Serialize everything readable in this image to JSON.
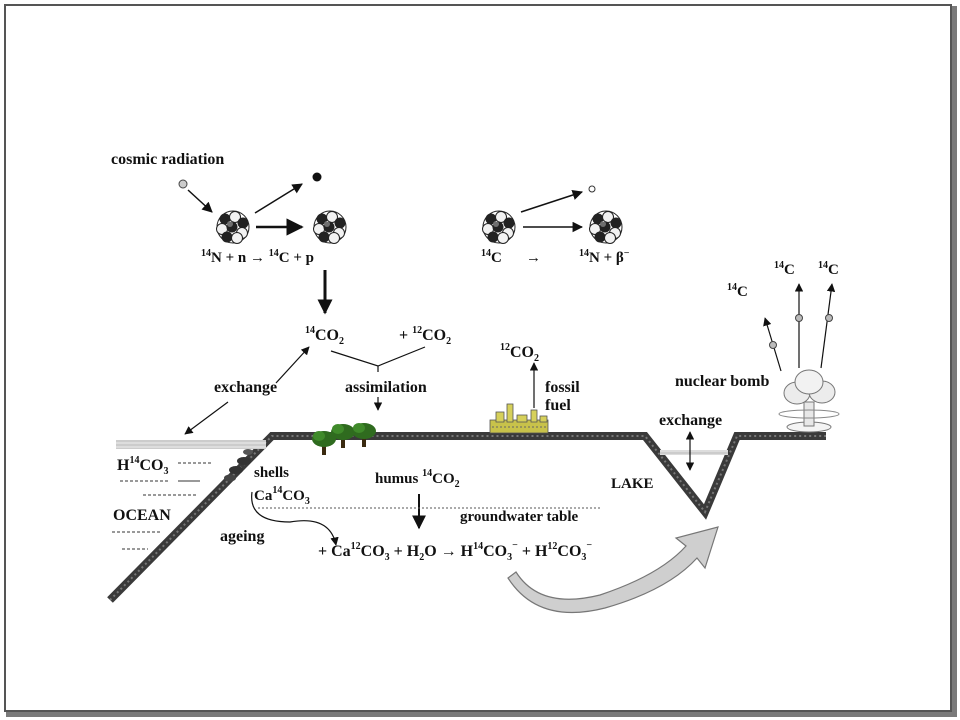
{
  "labels": {
    "cosmic_radiation": "cosmic radiation",
    "n_reaction": [
      "14",
      "N + n  →  ",
      "14",
      "C + p"
    ],
    "decay": [
      "14",
      "C",
      "→",
      "14",
      "N + β",
      "−"
    ],
    "co2_14": [
      "14",
      "CO",
      "2"
    ],
    "co2_12": [
      "+ ",
      "12",
      "CO",
      "2"
    ],
    "fossil_co2": [
      "12",
      "CO",
      "2"
    ],
    "exchange_left": "exchange",
    "assimilation": "assimilation",
    "fossil_fuel_1": "fossil",
    "fossil_fuel_2": "fuel",
    "nuclear_bomb": "nuclear bomb",
    "exchange_right": "exchange",
    "bomb_c1": [
      "14",
      "C"
    ],
    "bomb_c2": [
      "14",
      "C"
    ],
    "bomb_c3": [
      "14",
      "C"
    ],
    "ocean_bicarb": [
      "H",
      "14",
      "CO",
      "3"
    ],
    "ocean": "OCEAN",
    "shells": "shells",
    "shells_formula": [
      "Ca",
      "14",
      "CO",
      "3"
    ],
    "humus": [
      "humus ",
      "14",
      "CO",
      "2"
    ],
    "lake": "LAKE",
    "groundwater": "groundwater table",
    "ageing": "ageing",
    "equation": [
      "+ Ca",
      "12",
      "CO",
      "3",
      "  + H",
      "2",
      "O → H",
      "14",
      "CO",
      "3",
      "−",
      " + H",
      "12",
      "CO",
      "3",
      "−"
    ]
  },
  "colors": {
    "ground": "#3a3a3a",
    "atom_dark": "#222222",
    "atom_light": "#f2f2f2",
    "tree_foliage": "#2f6b1f",
    "city": "#c8c24a",
    "cycle_arrow": "#cfcfcf"
  },
  "icons": [
    "atom-icon",
    "neutron-particle-icon",
    "proton-particle-icon",
    "beta-particle-icon",
    "tree-icon",
    "city-icon",
    "mushroom-cloud-icon"
  ]
}
